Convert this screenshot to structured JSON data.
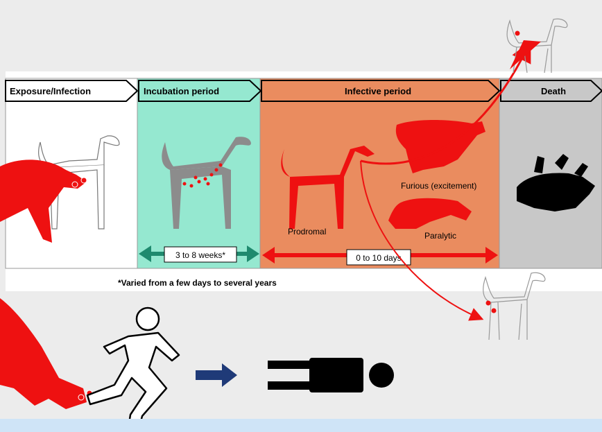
{
  "stages": {
    "exposure": "Exposure/Infection",
    "incubation": "Incubation period",
    "infective": "Infective period",
    "death": "Death"
  },
  "durations": {
    "incubation": "3 to 8 weeks*",
    "infective": "0 to 10 days"
  },
  "forms": {
    "prodromal": "Prodromal",
    "furious": "Furious (excitement)",
    "paralytic": "Paralytic"
  },
  "footnote": "*Varied from a few days to several years",
  "colors": {
    "exposure_bg": "#ffffff",
    "incubation_bg": "#95e8d0",
    "infective_bg": "#ea8c5f",
    "death_bg": "#c8c8c8",
    "rabid_red": "#ee1111",
    "incubation_arrow": "#1f8a6e",
    "human_arrow": "#1f3a78"
  },
  "icons": [
    "rabid-dog-icon",
    "healthy-dog-icon",
    "dead-dog-icon",
    "running-person-icon",
    "lying-person-icon",
    "arrow-right-icon"
  ]
}
